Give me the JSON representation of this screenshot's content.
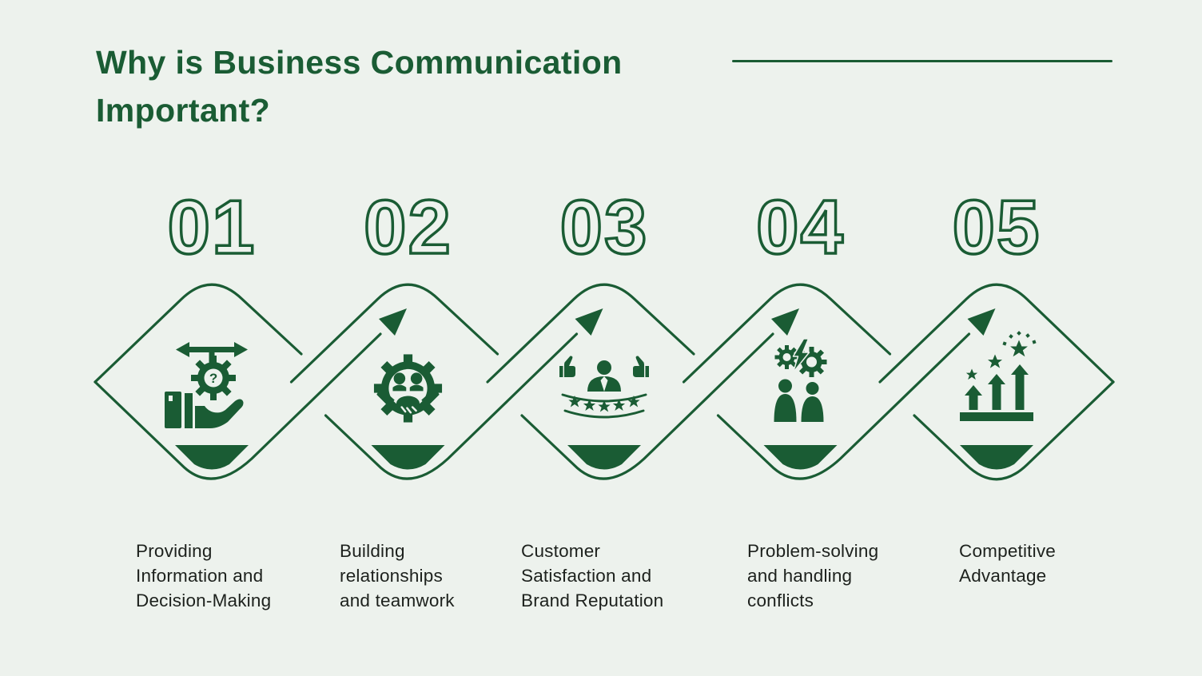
{
  "title": {
    "text": "Why is Business Communication Important?",
    "lines": [
      "Why is Business Communication",
      "Important?"
    ]
  },
  "colors": {
    "background": "#edf2ed",
    "accent_green": "#1a5c34",
    "label_text": "#1d211d"
  },
  "steps": [
    {
      "number": "01",
      "label": "Providing Information and Decision-Making",
      "label_lines": [
        "Providing",
        "Information and",
        "Decision-Making"
      ],
      "icon": "hand-gear-question-icon",
      "icon_glyph": "?"
    },
    {
      "number": "02",
      "label": "Building relationships and teamwork",
      "label_lines": [
        "Building",
        "relationships",
        "and teamwork"
      ],
      "icon": "gear-handshake-icon"
    },
    {
      "number": "03",
      "label": "Customer Satisfaction and Brand Reputation",
      "label_lines": [
        "Customer",
        "Satisfaction and",
        "Brand Reputation"
      ],
      "icon": "customer-rating-stars-icon"
    },
    {
      "number": "04",
      "label": "Problem-solving and handling conflicts",
      "label_lines": [
        "Problem-solving",
        "and handling",
        "conflicts"
      ],
      "icon": "conflict-gears-bolt-icon"
    },
    {
      "number": "05",
      "label": "Competitive Advantage",
      "label_lines": [
        "Competitive",
        "Advantage"
      ],
      "icon": "growth-arrows-stars-icon"
    }
  ]
}
